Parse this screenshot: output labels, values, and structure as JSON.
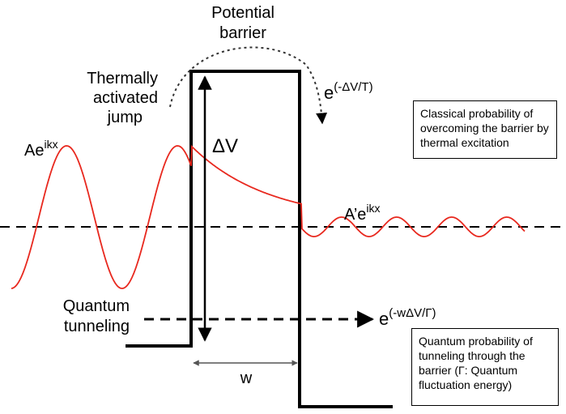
{
  "labels": {
    "potential_barrier_1": "Potential",
    "potential_barrier_2": "barrier",
    "thermal_1": "Thermally",
    "thermal_2": "activated",
    "thermal_3": "jump",
    "delta_v": "ΔV",
    "w": "w",
    "quantum_1": "Quantum",
    "quantum_2": "tunneling",
    "incident_base": "Ae",
    "incident_sup": "ikx",
    "transmitted_base": "A’e",
    "transmitted_sup": "ikx",
    "thermal_exp_base": "e",
    "thermal_exp_sup": "(-ΔV/T)",
    "tunnel_exp_base": "e",
    "tunnel_exp_sup": "(-wΔV/Γ)"
  },
  "boxes": {
    "classical": "Classical probability of overcoming the barrier by thermal excitation",
    "quantum": "Quantum probability of tunneling through the barrier (Γ: Quantum fluctuation energy)"
  },
  "colors": {
    "wave": "#e8281e",
    "lines": "#000000"
  }
}
